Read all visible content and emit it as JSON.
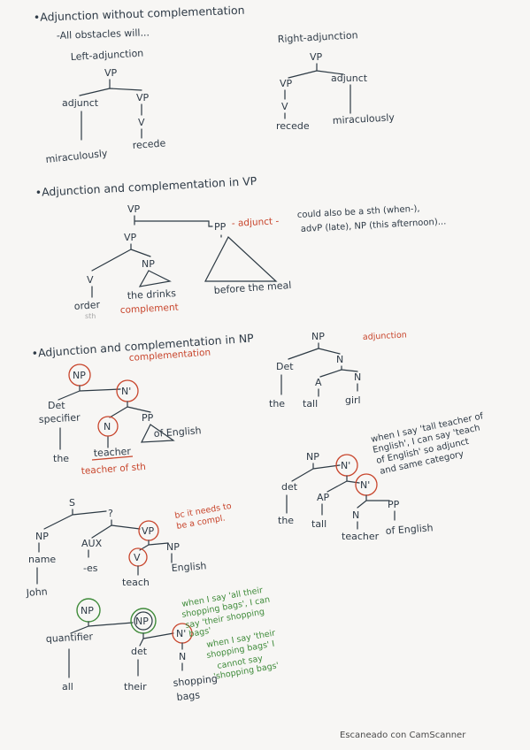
{
  "sec1": {
    "heading": "•Adjunction without complementation",
    "example": "-All obstacles will...",
    "left_label": "Left-adjunction",
    "right_label": "Right-adjunction",
    "left": {
      "vp_top": "VP",
      "adjunct": "adjunct",
      "vp_low": "VP",
      "adverb": "miraculously",
      "v": "V",
      "verb": "recede"
    },
    "right": {
      "vp_top": "VP",
      "vp_low": "VP",
      "adjunct": "adjunct",
      "v": "V",
      "verb": "recede",
      "adverb": "miraculously"
    }
  },
  "sec2": {
    "heading": "•Adjunction and complementation in VP",
    "vp_top": "VP",
    "vp_mid": "VP",
    "pp": "PP",
    "pp_note": "- adjunct -",
    "pp_note2": "could also be a sth (when-),",
    "pp_note3": "advP (late), NP (this afternoon)...",
    "v": "V",
    "np": "NP",
    "verb": "order",
    "verb_faint": "sth",
    "obj": "the drinks",
    "complement": "complement",
    "pp_text": "before the meal"
  },
  "sec3": {
    "heading": "•Adjunction and complementation in NP",
    "complementation": "complementation",
    "adjunction": "adjunction",
    "np1": "NP",
    "det1": "Det",
    "specifier": "specifier",
    "nbar1": "N'",
    "n1": "N",
    "pp1": "PP",
    "the1": "the",
    "teacher": "teacher",
    "of_english1": "of English",
    "teacher_of_sth": "teacher of sth",
    "np2": "NP",
    "det2": "Det",
    "n2": "N",
    "a2": "A",
    "n2b": "N",
    "the2": "the",
    "tall2": "tall",
    "girl": "girl",
    "np3": "NP",
    "det3": "det",
    "nbar3a": "N'",
    "ap3": "AP",
    "nbar3b": "N'",
    "n3": "N",
    "pp3": "PP",
    "the3": "the",
    "tall3": "tall",
    "teacher3": "teacher",
    "of_english3": "of English",
    "note3": [
      "when I say 'tall teacher of",
      "English', I can say 'teach",
      "of English' so adjunct",
      "and same category"
    ]
  },
  "sec4": {
    "s": "S",
    "q": "?",
    "np": "NP",
    "name": "name",
    "john": "John",
    "aux": "AUX",
    "es": "-es",
    "vp": "VP",
    "v": "V",
    "teach": "teach",
    "np2": "NP",
    "english": "English",
    "note": [
      "bc it needs to",
      "be a compl."
    ]
  },
  "sec5": {
    "np_outer": "NP",
    "quantifier": "quantifier",
    "all": "all",
    "np_inner": "NP",
    "det": "det",
    "their": "their",
    "nbar": "N'",
    "n": "N",
    "shopping": "shopping",
    "bags": "bags",
    "note1": [
      "when I say 'all their",
      "shopping bags', I can",
      "say 'their shopping",
      "bags'"
    ],
    "note2": [
      "when I say 'their",
      "shopping bags' I",
      "cannot say",
      "'shopping bags'"
    ]
  },
  "footer": "Escaneado con CamScanner"
}
